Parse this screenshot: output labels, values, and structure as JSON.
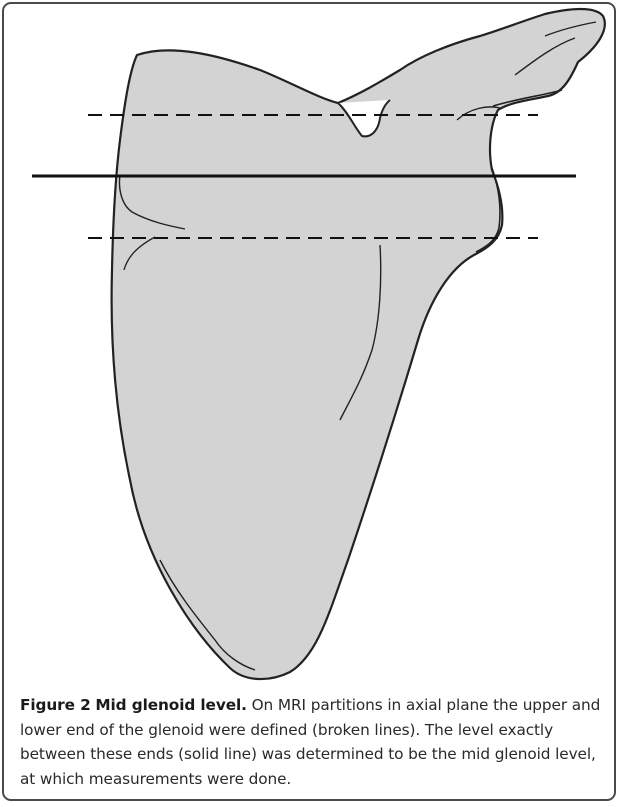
{
  "figure": {
    "label": "Figure 2",
    "title": "Mid glenoid level.",
    "caption_text": "On MRI partitions in axial plane the upper and lower end of the glenoid were defined (broken lines). The level exactly between these ends (solid line) was determined to be the mid glenoid level, at which measurements were done."
  },
  "colors": {
    "bone_fill": "#d3d3d3",
    "outline": "#222222",
    "border": "#4a4a4a"
  }
}
